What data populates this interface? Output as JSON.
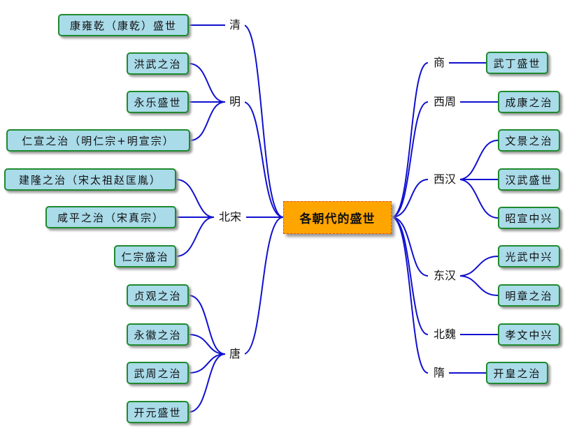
{
  "center": "各朝代的盛世",
  "left": {
    "qing": {
      "name": "清",
      "items": [
        "康雍乾（康乾）盛世"
      ]
    },
    "ming": {
      "name": "明",
      "items": [
        "洪武之治",
        "永乐盛世",
        "仁宣之治（明仁宗+明宣宗）"
      ]
    },
    "beisong": {
      "name": "北宋",
      "items": [
        "建隆之治（宋太祖赵匡胤）",
        "咸平之治（宋真宗）",
        "仁宗盛治"
      ]
    },
    "tang": {
      "name": "唐",
      "items": [
        "贞观之治",
        "永徽之治",
        "武周之治",
        "开元盛世"
      ]
    }
  },
  "right": {
    "shang": {
      "name": "商",
      "items": [
        "武丁盛世"
      ]
    },
    "xizhou": {
      "name": "西周",
      "items": [
        "成康之治"
      ]
    },
    "xihan": {
      "name": "西汉",
      "items": [
        "文景之治",
        "汉武盛世",
        "昭宣中兴"
      ]
    },
    "donghan": {
      "name": "东汉",
      "items": [
        "光武中兴",
        "明章之治"
      ]
    },
    "beiwei": {
      "name": "北魏",
      "items": [
        "孝文中兴"
      ]
    },
    "sui": {
      "name": "隋",
      "items": [
        "开皇之治"
      ]
    }
  },
  "colors": {
    "line": "#1010d0",
    "node_fill": "#a9dbe9",
    "node_border": "#1e8a2e",
    "center_fill": "#ffa500"
  }
}
